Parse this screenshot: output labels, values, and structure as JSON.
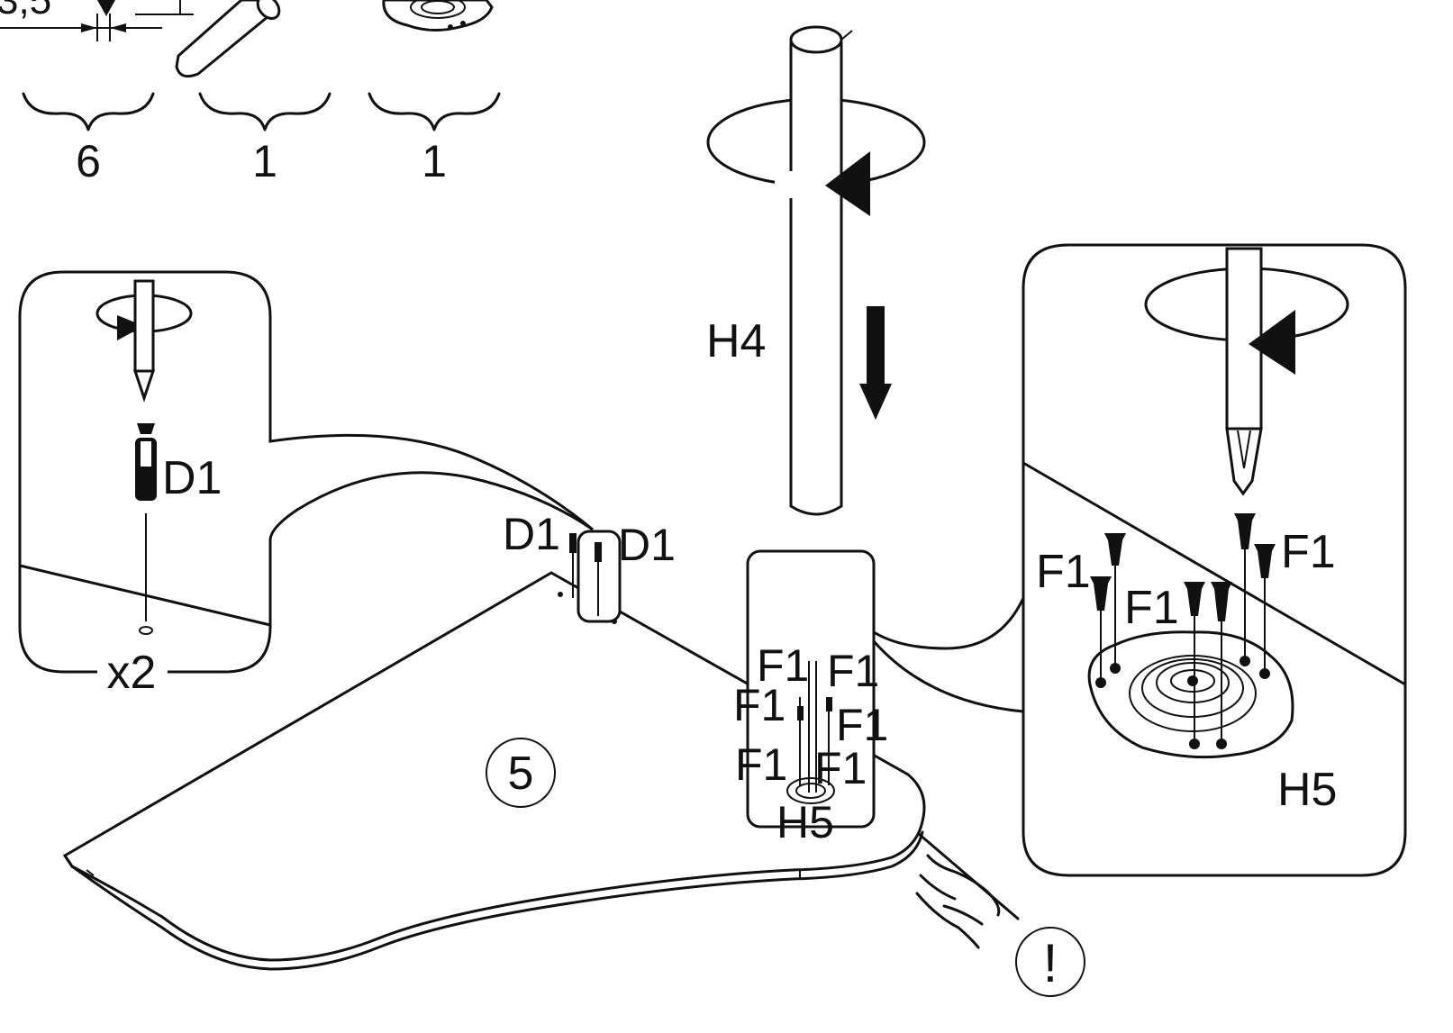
{
  "parts_counts": {
    "measure": "3,5",
    "count_screws": "6",
    "count_pole": "1",
    "count_plate": "1"
  },
  "labels": {
    "pole": "H4",
    "plate_detail": "H5",
    "plate_small": "H5",
    "dowel_detail": "D1",
    "dowel_left": "D1",
    "dowel_right": "D1",
    "multiplier": "x2",
    "step_number": "5",
    "warning": "!",
    "screw": "F1"
  },
  "colors": {
    "line": "#111111",
    "background": "#ffffff"
  }
}
